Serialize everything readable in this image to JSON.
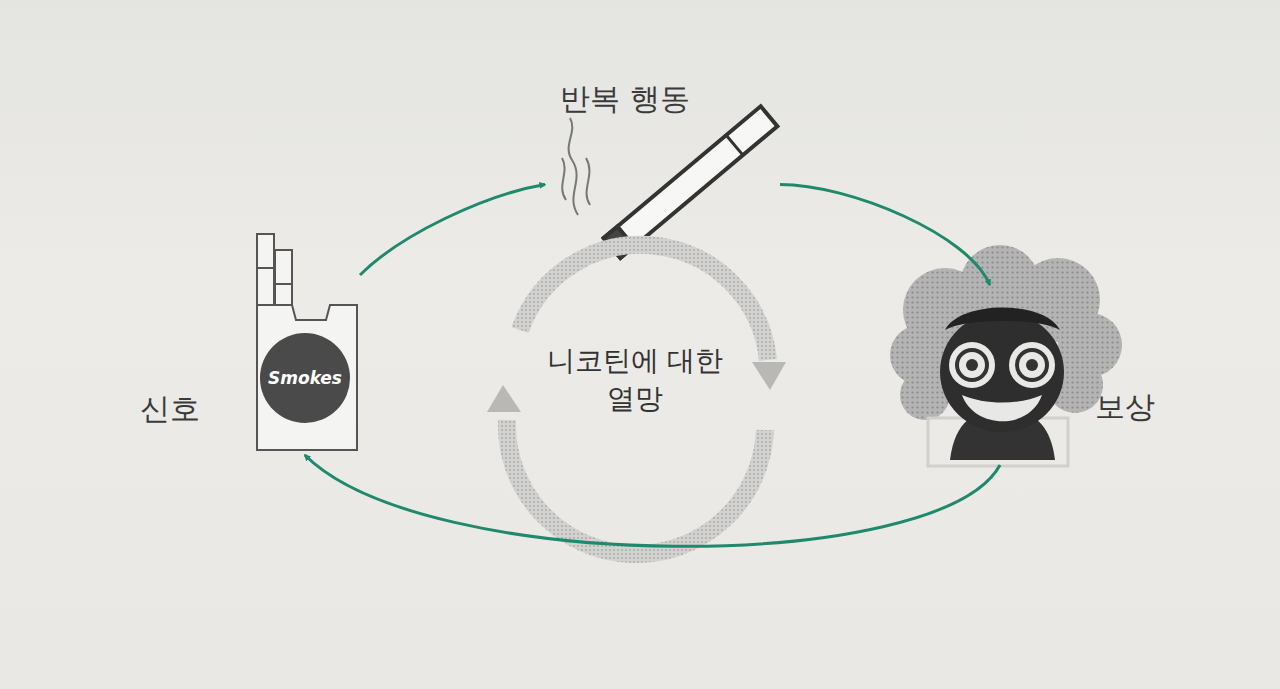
{
  "diagram": {
    "nodes": [
      {
        "text": [
          "신호"
        ]
      },
      {
        "text": [
          "반복 행동"
        ]
      },
      {
        "text": [
          "보상"
        ]
      },
      {
        "text": [
          "니코틴에 대한 열망"
        ]
      }
    ],
    "edges": [
      {
        "from": 0,
        "to": 1,
        "arrow": "to"
      },
      {
        "from": 1,
        "to": 2,
        "arrow": "to"
      },
      {
        "from": 2,
        "to": 0,
        "arrow": "to"
      }
    ],
    "labels": [
      "Smokes"
    ]
  }
}
